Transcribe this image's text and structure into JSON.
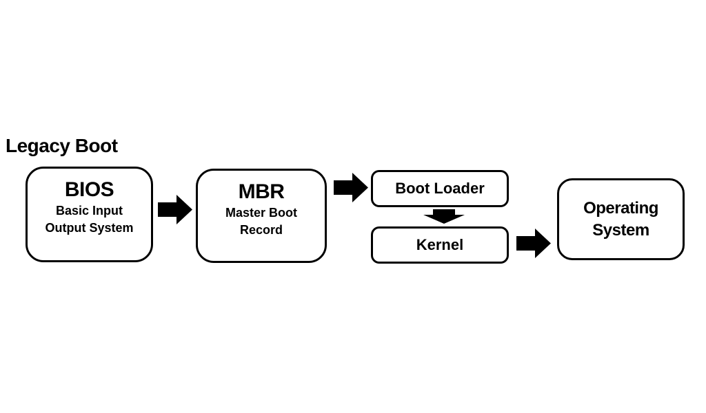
{
  "colors": {
    "ink": "#000000",
    "background": "#ffffff"
  },
  "diagram": {
    "title": "Legacy Boot",
    "nodes": {
      "bios": {
        "title": "BIOS",
        "subtitle_line1": "Basic Input",
        "subtitle_line2": "Output System"
      },
      "mbr": {
        "title": "MBR",
        "subtitle_line1": "Master Boot",
        "subtitle_line2": "Record"
      },
      "boot_loader": {
        "label": "Boot Loader"
      },
      "kernel": {
        "label": "Kernel"
      },
      "operating_system": {
        "label_line1": "Operating",
        "label_line2": "System"
      }
    },
    "arrows": [
      {
        "from": "BIOS",
        "to": "MBR",
        "direction": "right"
      },
      {
        "from": "MBR",
        "to": "Boot Loader",
        "direction": "right"
      },
      {
        "from": "Boot Loader",
        "to": "Kernel",
        "direction": "down"
      },
      {
        "from": "Kernel",
        "to": "Operating System",
        "direction": "right"
      }
    ]
  }
}
